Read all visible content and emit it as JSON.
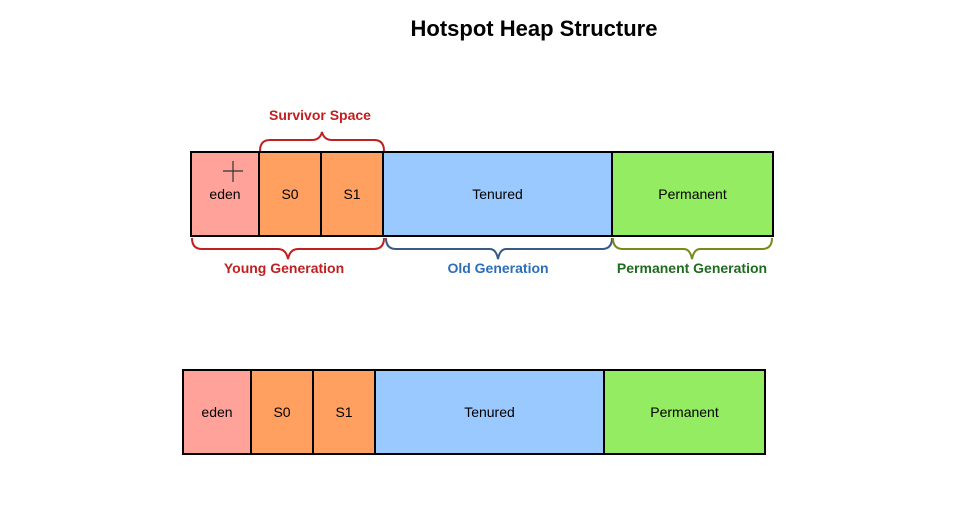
{
  "title": "Hotspot Heap Structure",
  "colors": {
    "eden": "#ffa39a",
    "survivor": "#ffa060",
    "tenured": "#99c9ff",
    "permanent": "#94ec62",
    "young_label": "#c02020",
    "survivor_label": "#c02020",
    "old_label": "#2a6fb8",
    "permanent_label": "#1f6b1f",
    "young_brace": "#c02020",
    "old_brace": "#3a5a86",
    "permanent_brace": "#7a8a1a"
  },
  "top_diagram": {
    "segments": {
      "eden": "eden",
      "s0": "S0",
      "s1": "S1",
      "tenured": "Tenured",
      "permanent": "Permanent"
    },
    "survivor_label": "Survivor Space",
    "young_label": "Young Generation",
    "old_label": "Old Generation",
    "permanent_label": "Permanent Generation",
    "cursor_icon": "crosshair-cursor-icon"
  },
  "bottom_diagram": {
    "segments": {
      "eden": "eden",
      "s0": "S0",
      "s1": "S1",
      "tenured": "Tenured",
      "permanent": "Permanent"
    }
  }
}
